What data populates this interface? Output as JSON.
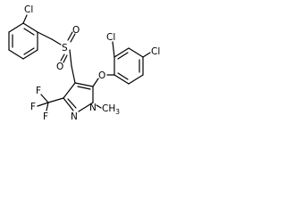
{
  "molecule": {
    "labels": {
      "cl_benzyl": "Cl",
      "s": "S",
      "o_sulfonyl_1": "O",
      "o_sulfonyl_2": "O",
      "o_ether": "O",
      "cl_ortho": "Cl",
      "cl_para": "Cl",
      "n1": "N",
      "n2": "N",
      "methyl": "CH",
      "methyl_sub": "3",
      "f1": "F",
      "f2": "F",
      "f3": "F"
    },
    "colors": {
      "bond": "#000000",
      "text": "#000000",
      "background": "#ffffff"
    }
  }
}
